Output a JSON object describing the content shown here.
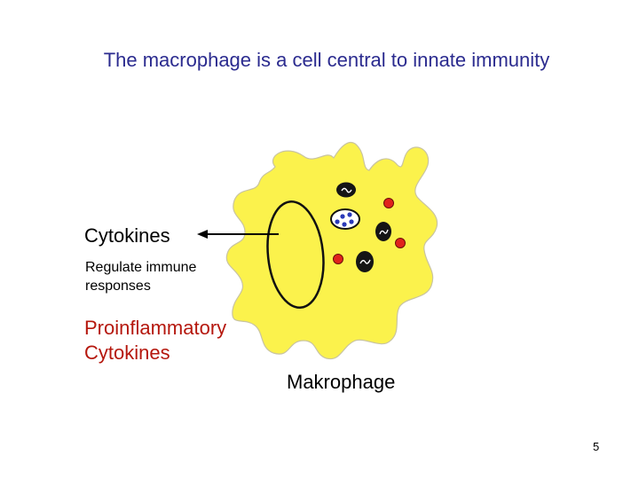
{
  "slide": {
    "title": "The macrophage is a cell central to innate immunity",
    "page_number": "5"
  },
  "labels": {
    "cytokines": "Cytokines",
    "regulate": "Regulate immune responses",
    "proinflammatory_line1": "Proinflammatory",
    "proinflammatory_line2": "Cytokines",
    "cell_name": "Makrophage"
  },
  "colors": {
    "title": "#2b2b8f",
    "proinflammatory": "#b5170d",
    "cell_fill": "#fbf24c",
    "red_granule": "#e0231b",
    "blue_granule": "#2a3ab8"
  }
}
